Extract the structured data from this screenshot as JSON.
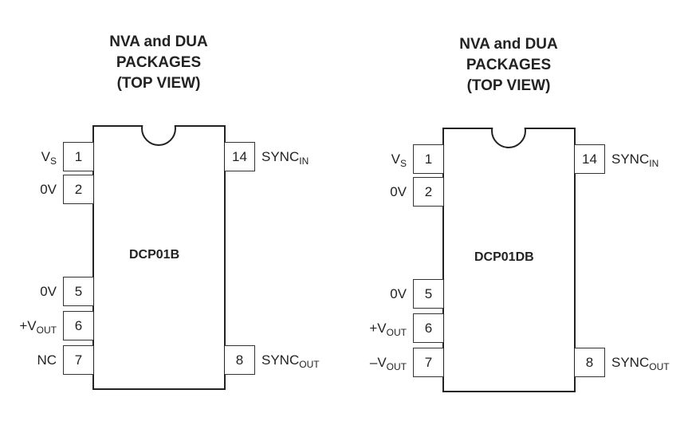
{
  "packages": [
    {
      "title_lines": [
        "NVA and DUA",
        "PACKAGES",
        "(TOP VIEW)"
      ],
      "chip_name": "DCP01B",
      "left_pins": [
        {
          "num": "1",
          "label": "V",
          "sub": "S",
          "slot": 0
        },
        {
          "num": "2",
          "label": "0V",
          "sub": "",
          "slot": 1
        },
        {
          "num": "5",
          "label": "0V",
          "sub": "",
          "slot": 4
        },
        {
          "num": "6",
          "label": "+V",
          "sub": "OUT",
          "slot": 5
        },
        {
          "num": "7",
          "label": "NC",
          "sub": "",
          "slot": 6
        }
      ],
      "right_pins": [
        {
          "num": "14",
          "label": "SYNC",
          "sub": "IN",
          "slot": 0
        },
        {
          "num": "8",
          "label": "SYNC",
          "sub": "OUT",
          "slot": 6
        }
      ]
    },
    {
      "title_lines": [
        "NVA and DUA",
        "PACKAGES",
        "(TOP VIEW)"
      ],
      "chip_name": "DCP01DB",
      "left_pins": [
        {
          "num": "1",
          "label": "V",
          "sub": "S",
          "slot": 0
        },
        {
          "num": "2",
          "label": "0V",
          "sub": "",
          "slot": 1
        },
        {
          "num": "5",
          "label": "0V",
          "sub": "",
          "slot": 4
        },
        {
          "num": "6",
          "label": "+V",
          "sub": "OUT",
          "slot": 5
        },
        {
          "num": "7",
          "label": "–V",
          "sub": "OUT",
          "slot": 6
        }
      ],
      "right_pins": [
        {
          "num": "14",
          "label": "SYNC",
          "sub": "IN",
          "slot": 0
        },
        {
          "num": "8",
          "label": "SYNC",
          "sub": "OUT",
          "slot": 6
        }
      ]
    }
  ]
}
